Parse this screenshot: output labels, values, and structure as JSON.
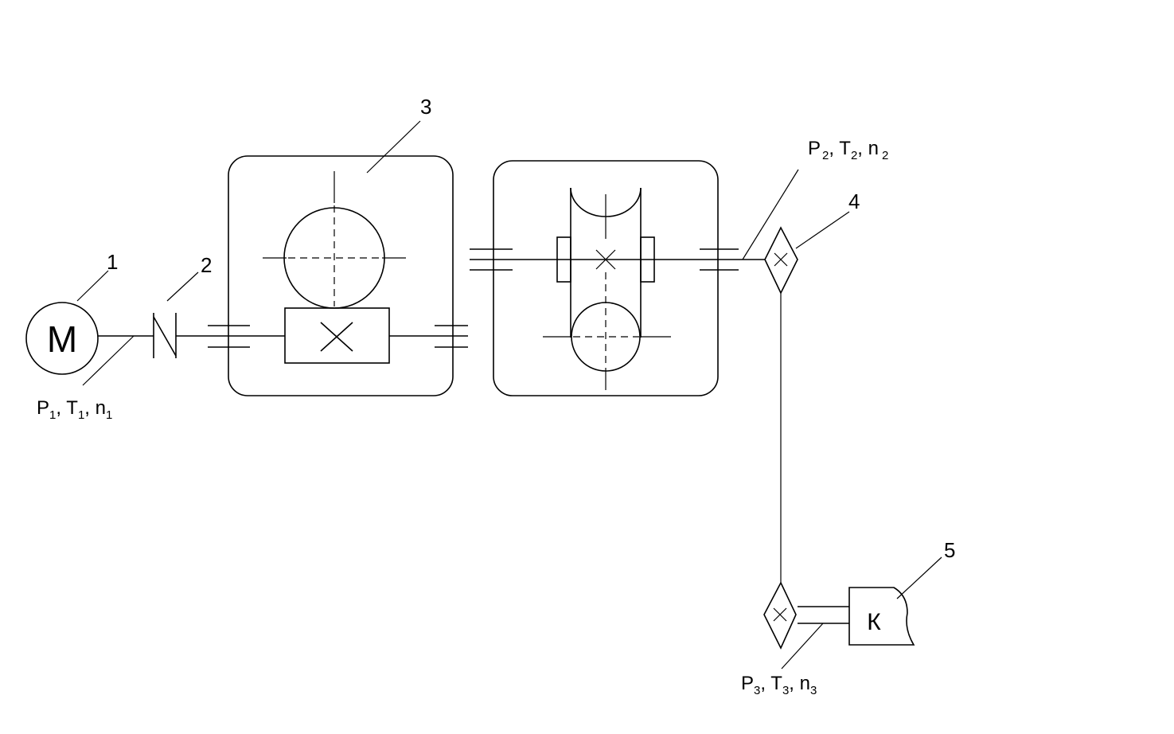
{
  "callouts": {
    "motor": "1",
    "coupling": "2",
    "gearbox": "3",
    "sprocket": "4",
    "drum": "5"
  },
  "symbols": {
    "motor": "M",
    "drum": "К"
  },
  "shaft_labels": {
    "s1": {
      "p": "P",
      "t": "T",
      "n": "n",
      "sub": "1",
      "sep": ", "
    },
    "s2": {
      "p": "P",
      "t": "T",
      "n": "n",
      "sub": "2",
      "sep": ", "
    },
    "s3": {
      "p": "P",
      "t": "T",
      "n": "n",
      "sub": "3",
      "sep": ", "
    }
  }
}
